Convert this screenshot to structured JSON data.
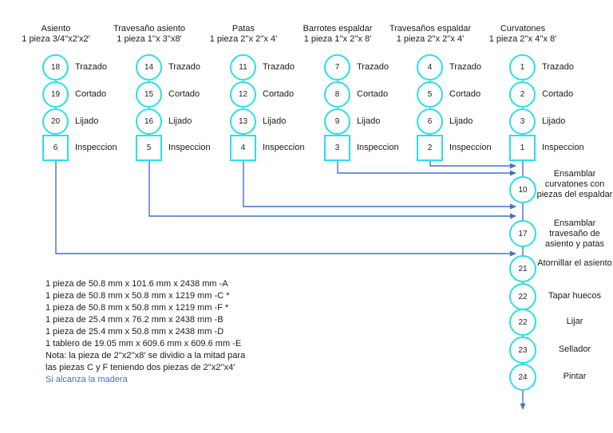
{
  "columns": [
    {
      "title": "Asiento",
      "spec": "1 pieza 3/4''x2'x2'",
      "ops": [
        {
          "num": "18",
          "label": "Trazado"
        },
        {
          "num": "19",
          "label": "Cortado"
        },
        {
          "num": "20",
          "label": "Lijado"
        }
      ],
      "inspection": {
        "num": "6",
        "label": "Inspeccion"
      }
    },
    {
      "title": "Travesaño asiento",
      "spec": "1 pieza 1''x 3''x8'",
      "ops": [
        {
          "num": "14",
          "label": "Trazado"
        },
        {
          "num": "15",
          "label": "Cortado"
        },
        {
          "num": "16",
          "label": "Lijado"
        }
      ],
      "inspection": {
        "num": "5",
        "label": "Inspeccion"
      }
    },
    {
      "title": "Patas",
      "spec": "1 pieza 2''x 2''x 4'",
      "ops": [
        {
          "num": "11",
          "label": "Trazado"
        },
        {
          "num": "12",
          "label": "Cortado"
        },
        {
          "num": "13",
          "label": "Lijado"
        }
      ],
      "inspection": {
        "num": "4",
        "label": "Inspeccion"
      }
    },
    {
      "title": "Barrotes espaldar",
      "spec": "1 pieza 1''x 2''x 8'",
      "ops": [
        {
          "num": "7",
          "label": "Trazado"
        },
        {
          "num": "8",
          "label": "Cortado"
        },
        {
          "num": "9",
          "label": "Lijado"
        }
      ],
      "inspection": {
        "num": "3",
        "label": "Inspeccion"
      }
    },
    {
      "title": "Travesaños espaldar",
      "spec": "1 pieza 2''x 2''x 4'",
      "ops": [
        {
          "num": "4",
          "label": "Trazado"
        },
        {
          "num": "5",
          "label": "Cortado"
        },
        {
          "num": "6",
          "label": "Lijado"
        }
      ],
      "inspection": {
        "num": "2",
        "label": "Inspeccion"
      }
    },
    {
      "title": "Curvatones",
      "spec": "1 pieza 2''x 4''x 8'",
      "ops": [
        {
          "num": "1",
          "label": "Trazado"
        },
        {
          "num": "2",
          "label": "Cortado"
        },
        {
          "num": "3",
          "label": "Lijado"
        }
      ],
      "inspection": {
        "num": "1",
        "label": "Inspeccion"
      }
    }
  ],
  "chain": [
    {
      "num": "10",
      "label": "Ensamblar curvatones con piezas del espaldar"
    },
    {
      "num": "17",
      "label": "Ensamblar travesaño de asiento y patas"
    },
    {
      "num": "21",
      "label": "Atornillar el asiento"
    },
    {
      "num": "22",
      "label": "Tapar huecos"
    },
    {
      "num": "22",
      "label": "Lijar"
    },
    {
      "num": "23",
      "label": "Sellador"
    },
    {
      "num": "24",
      "label": "Pintar"
    }
  ],
  "notes": {
    "lines": [
      "1 pieza de 50.8 mm x 101.6 mm x 2438 mm -A",
      "1 pieza de 50.8 mm x 50.8 mm x 1219 mm -C *",
      "1 pieza de 50.8 mm x 50.8 mm x 1219 mm -F *",
      "1 pieza de 25.4 mm x 76.2 mm x 2438 mm -B",
      "1 pieza de 25.4 mm x 50.8 mm x 2438 mm -D",
      "1 tablero de 19.05 mm x 609.6 mm x 609.6 mm -E",
      "Nota: la pieza de 2''x2''x8' se dividio a la mitad para",
      "las piezas C y F teniendo dos piezas de 2''x2''x4'",
      "Si alcanza la madera"
    ]
  },
  "colors": {
    "node_border": "#2adfe8",
    "connector_blue": "#4472c4",
    "note_blue": "#4472c4"
  }
}
